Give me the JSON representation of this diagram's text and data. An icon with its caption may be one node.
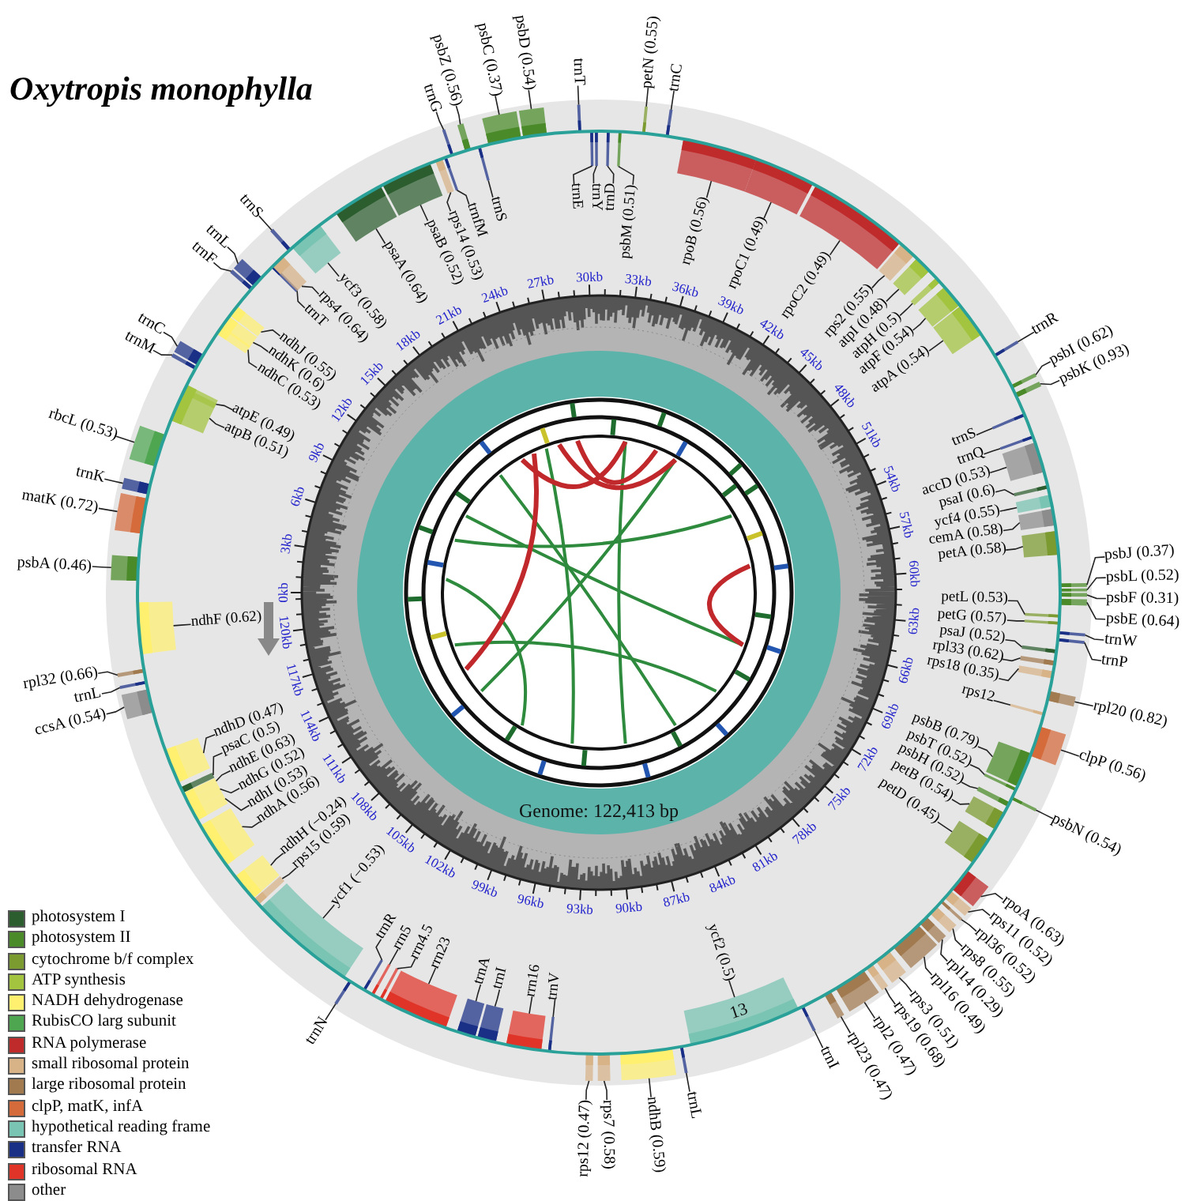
{
  "diagram": {
    "title": "Oxytropis monophylla",
    "nodes": [
      {
        "text": [
          "psbA (0.46)"
        ]
      },
      {
        "text": [
          "trnK"
        ]
      },
      {
        "text": [
          "matK (0.72)"
        ]
      },
      {
        "text": [
          "rbcL (0.53)"
        ]
      },
      {
        "text": [
          "atpB (0.51)"
        ]
      },
      {
        "text": [
          "atpE (0.49)"
        ]
      },
      {
        "text": [
          "trnM"
        ]
      },
      {
        "text": [
          "trnC"
        ]
      },
      {
        "text": [
          "ndhC (0.53)"
        ]
      },
      {
        "text": [
          "ndhK (0.6)"
        ]
      },
      {
        "text": [
          "ndhJ (0.55)"
        ]
      },
      {
        "text": [
          "trnF"
        ]
      },
      {
        "text": [
          "trnL"
        ]
      },
      {
        "text": [
          "trnT"
        ]
      },
      {
        "text": [
          "rps4 (0.64)"
        ]
      },
      {
        "text": [
          "trnS"
        ]
      },
      {
        "text": [
          "ycf3 (0.58)"
        ]
      },
      {
        "text": [
          "psaA (0.64)"
        ]
      },
      {
        "text": [
          "psaB (0.52)"
        ]
      },
      {
        "text": [
          "rps14 (0.53)"
        ]
      },
      {
        "text": [
          "trnfM"
        ]
      },
      {
        "text": [
          "trnG"
        ]
      },
      {
        "text": [
          "psbZ (0.56)"
        ]
      },
      {
        "text": [
          "trnS"
        ]
      },
      {
        "text": [
          "psbC (0.37)"
        ]
      },
      {
        "text": [
          "psbD (0.54)"
        ]
      },
      {
        "text": [
          "trnT"
        ]
      },
      {
        "text": [
          "trnE"
        ]
      },
      {
        "text": [
          "trnY"
        ]
      },
      {
        "text": [
          "trnD"
        ]
      },
      {
        "text": [
          "psbM (0.51)"
        ]
      },
      {
        "text": [
          "petN (0.55)"
        ]
      },
      {
        "text": [
          "trnC"
        ]
      },
      {
        "text": [
          "rpoB (0.56)"
        ]
      },
      {
        "text": [
          "rpoC1 (0.49)"
        ]
      },
      {
        "text": [
          "rpoC2 (0.49)"
        ]
      },
      {
        "text": [
          "rps2 (0.55)"
        ]
      },
      {
        "text": [
          "atpI (0.48)"
        ]
      },
      {
        "text": [
          "atpH (0.5)"
        ]
      },
      {
        "text": [
          "atpF (0.54)"
        ]
      },
      {
        "text": [
          "atpA (0.54)"
        ]
      },
      {
        "text": [
          "trnR"
        ]
      },
      {
        "text": [
          "psbI (0.62)"
        ]
      },
      {
        "text": [
          "psbK (0.93)"
        ]
      },
      {
        "text": [
          "trnS"
        ]
      },
      {
        "text": [
          "trnQ"
        ]
      },
      {
        "text": [
          "accD (0.53)"
        ]
      },
      {
        "text": [
          "psaI (0.6)"
        ]
      },
      {
        "text": [
          "ycf4 (0.55)"
        ]
      },
      {
        "text": [
          "cemA (0.58)"
        ]
      },
      {
        "text": [
          "petA (0.58)"
        ]
      },
      {
        "text": [
          "psbJ (0.37)"
        ]
      },
      {
        "text": [
          "psbL (0.52)"
        ]
      },
      {
        "text": [
          "psbF (0.31)"
        ]
      },
      {
        "text": [
          "psbE (0.64)"
        ]
      },
      {
        "text": [
          "petL (0.53)"
        ]
      },
      {
        "text": [
          "petG (0.57)"
        ]
      },
      {
        "text": [
          "trnW"
        ]
      },
      {
        "text": [
          "trnP"
        ]
      },
      {
        "text": [
          "psaJ (0.52)"
        ]
      },
      {
        "text": [
          "rpl33 (0.62)"
        ]
      },
      {
        "text": [
          "rps18 (0.35)"
        ]
      },
      {
        "text": [
          "rpl20 (0.82)"
        ]
      },
      {
        "text": [
          "rps12"
        ]
      },
      {
        "text": [
          "clpP (0.56)"
        ]
      },
      {
        "text": [
          "psbB (0.79)"
        ]
      },
      {
        "text": [
          "psbT (0.52)"
        ]
      },
      {
        "text": [
          "psbN (0.54)"
        ]
      },
      {
        "text": [
          "psbH (0.52)"
        ]
      },
      {
        "text": [
          "petB (0.54)"
        ]
      },
      {
        "text": [
          "petD (0.45)"
        ]
      },
      {
        "text": [
          "rpoA (0.63)"
        ]
      },
      {
        "text": [
          "rps11 (0.52)"
        ]
      },
      {
        "text": [
          "rpl36 (0.52)"
        ]
      },
      {
        "text": [
          "rps8 (0.55)"
        ]
      },
      {
        "text": [
          "rpl14 (0.29)"
        ]
      },
      {
        "text": [
          "rpl16 (0.49)"
        ]
      },
      {
        "text": [
          "rps3 (0.51)"
        ]
      },
      {
        "text": [
          "rps19 (0.68)"
        ]
      },
      {
        "text": [
          "rpl2 (0.47)"
        ]
      },
      {
        "text": [
          "rpl23 (0.47)"
        ]
      },
      {
        "text": [
          "trnI"
        ]
      },
      {
        "text": [
          "ycf2 (0.5)"
        ]
      },
      {
        "text": [
          "trnL"
        ]
      },
      {
        "text": [
          "ndhB (0.59)"
        ]
      },
      {
        "text": [
          "rps7 (0.58)"
        ]
      },
      {
        "text": [
          "rps12 (0.47)"
        ]
      },
      {
        "text": [
          "trnV"
        ]
      },
      {
        "text": [
          "rrn16"
        ]
      },
      {
        "text": [
          "trnI"
        ]
      },
      {
        "text": [
          "trnA"
        ]
      },
      {
        "text": [
          "rrn23"
        ]
      },
      {
        "text": [
          "rrn4.5"
        ]
      },
      {
        "text": [
          "rrn5"
        ]
      },
      {
        "text": [
          "trnR"
        ]
      },
      {
        "text": [
          "trnN"
        ]
      },
      {
        "text": [
          "ycf1 (−0.53)"
        ]
      },
      {
        "text": [
          "rps15 (0.59)"
        ]
      },
      {
        "text": [
          "ndhH (−0.24)"
        ]
      },
      {
        "text": [
          "ndhA (0.56)"
        ]
      },
      {
        "text": [
          "ndhI (0.53)"
        ]
      },
      {
        "text": [
          "ndhG (0.52)"
        ]
      },
      {
        "text": [
          "ndhE (0.63)"
        ]
      },
      {
        "text": [
          "psaC (0.5)"
        ]
      },
      {
        "text": [
          "ndhD (0.47)"
        ]
      },
      {
        "text": [
          "ccsA (0.54)"
        ]
      },
      {
        "text": [
          "trnL"
        ]
      },
      {
        "text": [
          "rpl32 (0.66)"
        ]
      },
      {
        "text": [
          "ndhF (0.62)"
        ]
      },
      {
        "text": [],
        "shape": "bar"
      },
      {
        "text": [],
        "shape": "bar"
      },
      {
        "text": [],
        "shape": "bar"
      },
      {
        "text": [],
        "shape": "bar"
      },
      {
        "text": [],
        "shape": "bar"
      },
      {
        "text": [],
        "shape": "bar"
      },
      {
        "text": [],
        "shape": "bar"
      },
      {
        "text": [],
        "shape": "bar"
      },
      {
        "text": [],
        "shape": "bar"
      },
      {
        "text": [],
        "shape": "bar"
      },
      {
        "text": [],
        "shape": "bar"
      },
      {
        "text": [],
        "shape": "bar"
      },
      {
        "text": [],
        "shape": "bar"
      },
      {
        "text": [],
        "shape": "bar"
      },
      {
        "text": [],
        "shape": "bar"
      },
      {
        "text": [],
        "shape": "bar"
      },
      {
        "text": [],
        "shape": "bar"
      },
      {
        "text": [],
        "shape": "bar"
      },
      {
        "text": [],
        "shape": "bar"
      },
      {
        "text": [],
        "shape": "bar"
      },
      {
        "text": [],
        "shape": "bar"
      },
      {
        "text": [],
        "shape": "bar"
      },
      {
        "text": [],
        "shape": "bar"
      },
      {
        "text": [],
        "shape": "bar"
      },
      {
        "text": [],
        "shape": "bar"
      },
      {
        "text": [],
        "shape": "bar"
      },
      {
        "text": [],
        "shape": "bar"
      },
      {
        "text": [],
        "shape": "bar"
      },
      {
        "text": [],
        "shape": "bar"
      },
      {
        "text": [],
        "shape": "bar"
      },
      {
        "text": [],
        "shape": "bar"
      },
      {
        "text": [],
        "shape": "bar"
      },
      {
        "text": [],
        "shape": "bar"
      },
      {
        "text": [],
        "shape": "bar"
      },
      {
        "text": [],
        "shape": "bar"
      },
      {
        "text": [],
        "shape": "bar"
      },
      {
        "text": [],
        "shape": "bar"
      },
      {
        "text": [],
        "shape": "bar"
      },
      {
        "text": [],
        "shape": "bar"
      },
      {
        "text": [],
        "shape": "bar"
      },
      {
        "text": [],
        "shape": "bar"
      },
      {
        "text": [],
        "shape": "bar"
      },
      {
        "text": [],
        "shape": "bar"
      },
      {
        "text": [],
        "shape": "bar"
      },
      {
        "text": [],
        "shape": "bar"
      },
      {
        "text": [],
        "shape": "bar"
      },
      {
        "text": [],
        "shape": "bar"
      },
      {
        "text": [],
        "shape": "bar"
      },
      {
        "text": [],
        "shape": "bar"
      },
      {
        "text": [],
        "shape": "bar"
      },
      {
        "text": [],
        "shape": "bar"
      },
      {
        "text": [],
        "shape": "bar"
      },
      {
        "text": [],
        "shape": "bar"
      },
      {
        "text": [],
        "shape": "bar"
      },
      {
        "text": [],
        "shape": "bar"
      },
      {
        "text": [],
        "shape": "bar"
      },
      {
        "text": [],
        "shape": "bar"
      },
      {
        "text": [],
        "shape": "bar"
      },
      {
        "text": [],
        "shape": "bar"
      },
      {
        "text": [],
        "shape": "bar"
      },
      {
        "text": [],
        "shape": "bar"
      },
      {
        "text": [],
        "shape": "bar"
      },
      {
        "text": [],
        "shape": "bar"
      },
      {
        "text": [],
        "shape": "bar"
      },
      {
        "text": [],
        "shape": "bar"
      },
      {
        "text": [],
        "shape": "bar"
      },
      {
        "text": [],
        "shape": "bar"
      },
      {
        "text": [],
        "shape": "bar"
      },
      {
        "text": [],
        "shape": "bar"
      },
      {
        "text": [],
        "shape": "bar"
      },
      {
        "text": [],
        "shape": "bar"
      },
      {
        "text": [],
        "shape": "bar"
      },
      {
        "text": [],
        "shape": "bar"
      },
      {
        "text": [],
        "shape": "bar"
      },
      {
        "text": [],
        "shape": "bar"
      },
      {
        "text": [],
        "shape": "bar"
      },
      {
        "text": [],
        "shape": "bar"
      },
      {
        "text": [],
        "shape": "bar"
      },
      {
        "text": [],
        "shape": "bar"
      },
      {
        "text": [],
        "shape": "bar"
      },
      {
        "text": [],
        "shape": "bar"
      },
      {
        "text": [],
        "shape": "bar"
      },
      {
        "text": [],
        "shape": "bar"
      },
      {
        "text": [],
        "shape": "bar"
      },
      {
        "text": [],
        "shape": "bar"
      },
      {
        "text": [],
        "shape": "bar"
      },
      {
        "text": [],
        "shape": "bar"
      },
      {
        "text": [],
        "shape": "bar"
      },
      {
        "text": [],
        "shape": "bar"
      },
      {
        "text": [],
        "shape": "bar"
      },
      {
        "text": [],
        "shape": "bar"
      },
      {
        "text": [],
        "shape": "bar"
      },
      {
        "text": [],
        "shape": "bar"
      },
      {
        "text": [],
        "shape": "bar"
      },
      {
        "text": [],
        "shape": "bar"
      },
      {
        "text": [],
        "shape": "bar"
      },
      {
        "text": [],
        "shape": "bar"
      },
      {
        "text": [],
        "shape": "bar"
      },
      {
        "text": [],
        "shape": "bar"
      },
      {
        "text": [],
        "shape": "bar"
      },
      {
        "text": [],
        "shape": "bar"
      },
      {
        "text": [],
        "shape": "bar"
      },
      {
        "text": [],
        "shape": "bar"
      },
      {
        "text": [],
        "shape": "bar"
      },
      {
        "text": [],
        "shape": "bar"
      },
      {
        "text": [],
        "shape": "bar"
      },
      {
        "text": [],
        "shape": "bar"
      },
      {
        "text": [],
        "shape": "bar"
      },
      {
        "text": [],
        "shape": "bar"
      }
    ],
    "edges": [
      {
        "from": 0,
        "to": 109,
        "arrow": "none"
      },
      {
        "from": 1,
        "to": 110,
        "arrow": "none"
      },
      {
        "from": 2,
        "to": 111,
        "arrow": "none"
      },
      {
        "from": 3,
        "to": 112,
        "arrow": "none"
      },
      {
        "from": 4,
        "to": 113,
        "arrow": "none"
      },
      {
        "from": 5,
        "to": 114,
        "arrow": "none"
      },
      {
        "from": 6,
        "to": 115,
        "arrow": "none"
      },
      {
        "from": 7,
        "to": 116,
        "arrow": "none"
      },
      {
        "from": 8,
        "to": 117,
        "arrow": "none"
      },
      {
        "from": 9,
        "to": 118,
        "arrow": "none"
      },
      {
        "from": 10,
        "to": 119,
        "arrow": "none"
      },
      {
        "from": 11,
        "to": 120,
        "arrow": "none"
      },
      {
        "from": 12,
        "to": 121,
        "arrow": "none"
      },
      {
        "from": 13,
        "to": 122,
        "arrow": "none"
      },
      {
        "from": 14,
        "to": 123,
        "arrow": "none"
      },
      {
        "from": 15,
        "to": 124,
        "arrow": "none"
      },
      {
        "from": 16,
        "to": 125,
        "arrow": "none"
      },
      {
        "from": 17,
        "to": 126,
        "arrow": "none"
      },
      {
        "from": 18,
        "to": 127,
        "arrow": "none"
      },
      {
        "from": 19,
        "to": 128,
        "arrow": "none"
      },
      {
        "from": 20,
        "to": 129,
        "arrow": "none"
      },
      {
        "from": 21,
        "to": 130,
        "arrow": "none"
      },
      {
        "from": 22,
        "to": 131,
        "arrow": "none"
      },
      {
        "from": 23,
        "to": 132,
        "arrow": "none"
      },
      {
        "from": 24,
        "to": 133,
        "arrow": "none"
      },
      {
        "from": 25,
        "to": 134,
        "arrow": "none"
      },
      {
        "from": 26,
        "to": 135,
        "arrow": "none"
      },
      {
        "from": 27,
        "to": 136,
        "arrow": "none"
      },
      {
        "from": 28,
        "to": 137,
        "arrow": "none"
      },
      {
        "from": 29,
        "to": 138,
        "arrow": "none"
      },
      {
        "from": 30,
        "to": 139,
        "arrow": "none"
      },
      {
        "from": 31,
        "to": 140,
        "arrow": "none"
      },
      {
        "from": 32,
        "to": 141,
        "arrow": "none"
      },
      {
        "from": 33,
        "to": 142,
        "arrow": "none"
      },
      {
        "from": 34,
        "to": 143,
        "arrow": "none"
      },
      {
        "from": 35,
        "to": 144,
        "arrow": "none"
      },
      {
        "from": 36,
        "to": 145,
        "arrow": "none"
      },
      {
        "from": 37,
        "to": 146,
        "arrow": "none"
      },
      {
        "from": 38,
        "to": 147,
        "arrow": "none"
      },
      {
        "from": 39,
        "to": 148,
        "arrow": "none"
      },
      {
        "from": 40,
        "to": 149,
        "arrow": "none"
      },
      {
        "from": 41,
        "to": 150,
        "arrow": "none"
      },
      {
        "from": 42,
        "to": 151,
        "arrow": "none"
      },
      {
        "from": 43,
        "to": 152,
        "arrow": "none"
      },
      {
        "from": 44,
        "to": 153,
        "arrow": "none"
      },
      {
        "from": 45,
        "to": 154,
        "arrow": "none"
      },
      {
        "from": 46,
        "to": 155,
        "arrow": "none"
      },
      {
        "from": 47,
        "to": 156,
        "arrow": "none"
      },
      {
        "from": 48,
        "to": 157,
        "arrow": "none"
      },
      {
        "from": 49,
        "to": 158,
        "arrow": "none"
      },
      {
        "from": 50,
        "to": 159,
        "arrow": "none"
      },
      {
        "from": 51,
        "to": 160,
        "arrow": "none"
      },
      {
        "from": 52,
        "to": 161,
        "arrow": "none"
      },
      {
        "from": 53,
        "to": 162,
        "arrow": "none"
      },
      {
        "from": 54,
        "to": 163,
        "arrow": "none"
      },
      {
        "from": 55,
        "to": 164,
        "arrow": "none"
      },
      {
        "from": 56,
        "to": 165,
        "arrow": "none"
      },
      {
        "from": 57,
        "to": 166,
        "arrow": "none"
      },
      {
        "from": 58,
        "to": 167,
        "arrow": "none"
      },
      {
        "from": 59,
        "to": 168,
        "arrow": "none"
      },
      {
        "from": 60,
        "to": 169,
        "arrow": "none"
      },
      {
        "from": 61,
        "to": 170,
        "arrow": "none"
      },
      {
        "from": 62,
        "to": 171,
        "arrow": "none"
      },
      {
        "from": 63,
        "to": 172,
        "arrow": "none"
      },
      {
        "from": 64,
        "to": 173,
        "arrow": "none"
      },
      {
        "from": 65,
        "to": 174,
        "arrow": "none"
      },
      {
        "from": 66,
        "to": 175,
        "arrow": "none"
      },
      {
        "from": 67,
        "to": 176,
        "arrow": "none"
      },
      {
        "from": 68,
        "to": 177,
        "arrow": "none"
      },
      {
        "from": 69,
        "to": 178,
        "arrow": "none"
      },
      {
        "from": 70,
        "to": 179,
        "arrow": "none"
      },
      {
        "from": 71,
        "to": 180,
        "arrow": "none"
      },
      {
        "from": 72,
        "to": 181,
        "arrow": "none"
      },
      {
        "from": 73,
        "to": 182,
        "arrow": "none"
      },
      {
        "from": 74,
        "to": 183,
        "arrow": "none"
      },
      {
        "from": 75,
        "to": 184,
        "arrow": "none"
      },
      {
        "from": 76,
        "to": 185,
        "arrow": "none"
      },
      {
        "from": 77,
        "to": 186,
        "arrow": "none"
      },
      {
        "from": 78,
        "to": 187,
        "arrow": "none"
      },
      {
        "from": 79,
        "to": 188,
        "arrow": "none"
      },
      {
        "from": 80,
        "to": 189,
        "arrow": "none"
      },
      {
        "from": 81,
        "to": 190,
        "arrow": "none"
      },
      {
        "from": 82,
        "to": 191,
        "arrow": "none"
      },
      {
        "from": 83,
        "to": 192,
        "arrow": "none"
      },
      {
        "from": 84,
        "to": 193,
        "arrow": "none"
      },
      {
        "from": 85,
        "to": 194,
        "arrow": "none"
      },
      {
        "from": 86,
        "to": 195,
        "arrow": "none"
      },
      {
        "from": 87,
        "to": 196,
        "arrow": "none"
      },
      {
        "from": 88,
        "to": 197,
        "arrow": "none"
      },
      {
        "from": 89,
        "to": 198,
        "arrow": "none"
      },
      {
        "from": 90,
        "to": 199,
        "arrow": "none"
      },
      {
        "from": 91,
        "to": 200,
        "arrow": "none"
      },
      {
        "from": 92,
        "to": 201,
        "arrow": "none"
      },
      {
        "from": 93,
        "to": 202,
        "arrow": "none"
      },
      {
        "from": 94,
        "to": 203,
        "arrow": "none"
      },
      {
        "from": 95,
        "to": 204,
        "arrow": "none"
      },
      {
        "from": 96,
        "to": 205,
        "arrow": "none"
      },
      {
        "from": 97,
        "to": 206,
        "arrow": "none"
      },
      {
        "from": 98,
        "to": 207,
        "arrow": "none"
      },
      {
        "from": 99,
        "to": 208,
        "arrow": "none"
      },
      {
        "from": 100,
        "to": 209,
        "arrow": "none"
      },
      {
        "from": 101,
        "to": 210,
        "arrow": "none"
      },
      {
        "from": 102,
        "to": 211,
        "arrow": "none"
      },
      {
        "from": 103,
        "to": 212,
        "arrow": "none"
      },
      {
        "from": 104,
        "to": 213,
        "arrow": "none"
      },
      {
        "from": 105,
        "to": 214,
        "arrow": "none"
      },
      {
        "from": 106,
        "to": 215,
        "arrow": "none"
      },
      {
        "from": 107,
        "to": 216,
        "arrow": "none"
      },
      {
        "from": 108,
        "to": 217,
        "arrow": "none"
      }
    ],
    "labels": [
      "Genome: 122,413 bp",
      "13",
      "0kb",
      "3kb",
      "6kb",
      "9kb",
      "12kb",
      "15kb",
      "18kb",
      "21kb",
      "24kb",
      "27kb",
      "30kb",
      "33kb",
      "36kb",
      "39kb",
      "42kb",
      "45kb",
      "48kb",
      "51kb",
      "54kb",
      "57kb",
      "60kb",
      "63kb",
      "66kb",
      "69kb",
      "72kb",
      "75kb",
      "78kb",
      "81kb",
      "84kb",
      "87kb",
      "90kb",
      "93kb",
      "96kb",
      "99kb",
      "102kb",
      "105kb",
      "108kb",
      "111kb",
      "114kb",
      "117kb",
      "120kb"
    ],
    "legend": [
      {
        "text": "photosystem I",
        "color": "#2c5d2f"
      },
      {
        "text": "photosystem II",
        "color": "#4a8a28"
      },
      {
        "text": "cytochrome b/f complex",
        "color": "#7b9b31"
      },
      {
        "text": "ATP synthesis",
        "color": "#a2c43e"
      },
      {
        "text": "NADH dehydrogenase",
        "color": "#fff06f"
      },
      {
        "text": "RubisCO larg subunit",
        "color": "#4ea650"
      },
      {
        "text": "RNA polymerase",
        "color": "#bf2a2b"
      },
      {
        "text": "small ribosomal protein",
        "color": "#d7b387"
      },
      {
        "text": "large ribosomal protein",
        "color": "#a17a4f"
      },
      {
        "text": "clpP, matK, infA",
        "color": "#d56a3a"
      },
      {
        "text": "hypothetical reading frame",
        "color": "#79c4b2"
      },
      {
        "text": "transfer RNA",
        "color": "#1a2f86"
      },
      {
        "text": "ribosomal RNA",
        "color": "#e03428"
      },
      {
        "text": "other",
        "color": "#8c8c8c"
      }
    ]
  }
}
